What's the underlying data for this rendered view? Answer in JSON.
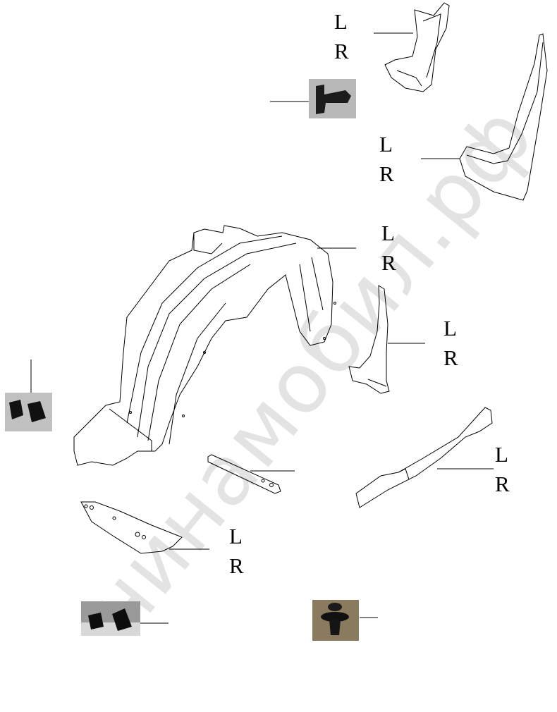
{
  "watermark": "чинамобил.рф",
  "side_labels": [
    {
      "left": "L",
      "right": "R"
    },
    {
      "left": "L",
      "right": "R"
    },
    {
      "left": "L",
      "right": "R"
    },
    {
      "left": "L",
      "right": "R"
    },
    {
      "left": "L",
      "right": "R"
    },
    {
      "left": "L",
      "right": "R"
    }
  ],
  "colors": {
    "line": "#000000",
    "photo_bg": "#b5b5b5",
    "photo_brown": "#8a7a5e"
  }
}
